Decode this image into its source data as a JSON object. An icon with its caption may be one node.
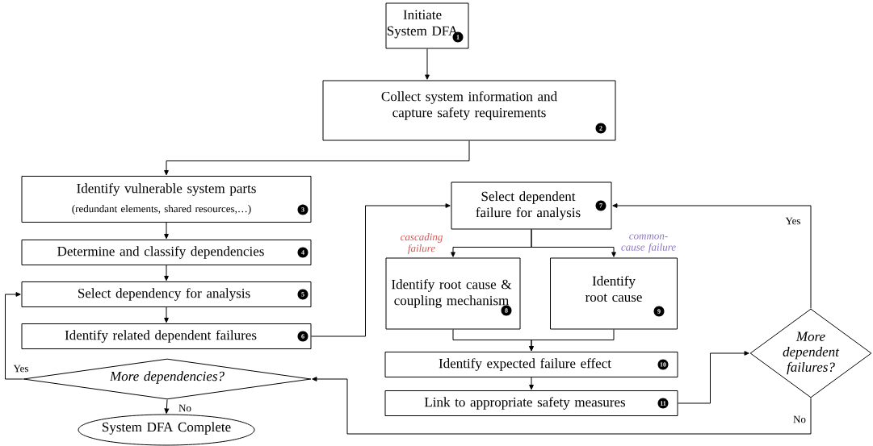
{
  "diagram": {
    "nodes": [
      {
        "text": [
          "Initiate System DFA",
          "1"
        ]
      },
      {
        "text": [
          "Collect system information and capture safety requirements",
          "2"
        ]
      },
      {
        "text": [
          "Identify vulnerable system parts",
          "(redundant elements, shared resources,…)",
          "3"
        ]
      },
      {
        "text": [
          "Determine and classify dependencies",
          "4"
        ]
      },
      {
        "text": [
          "Select dependency for analysis",
          "5"
        ]
      },
      {
        "text": [
          "Identify related dependent failures",
          "6"
        ]
      },
      {
        "text": [
          "More dependencies?"
        ]
      },
      {
        "text": [
          "System DFA Complete"
        ]
      },
      {
        "text": [
          "Select dependent failure for analysis",
          "7"
        ]
      },
      {
        "text": [
          "Identify root cause & coupling mechanism",
          "8"
        ],
        "beside": [
          "cascading failure"
        ]
      },
      {
        "text": [
          "Identify root cause",
          "9"
        ],
        "beside": [
          "common-cause failure"
        ]
      },
      {
        "text": [
          "Identify expected failure effect",
          "10"
        ]
      },
      {
        "text": [
          "Link to appropriate safety measures",
          "11"
        ]
      },
      {
        "text": [
          "More dependent failures?"
        ]
      }
    ],
    "edges": [
      {
        "from": 0,
        "to": 1,
        "arrow": "to"
      },
      {
        "from": 1,
        "to": 2,
        "arrow": "to"
      },
      {
        "from": 2,
        "to": 3,
        "arrow": "to"
      },
      {
        "from": 3,
        "to": 4,
        "arrow": "to"
      },
      {
        "from": 4,
        "to": 5,
        "arrow": "to"
      },
      {
        "from": 5,
        "to": 8,
        "arrow": "to"
      },
      {
        "from": 6,
        "to": 4,
        "arrow": "to",
        "label": "Yes"
      },
      {
        "from": 6,
        "to": 7,
        "arrow": "to",
        "label": "No"
      },
      {
        "from": 8,
        "to": 9,
        "arrow": "to"
      },
      {
        "from": 8,
        "to": 10,
        "arrow": "to"
      },
      {
        "from": 9,
        "to": 11,
        "arrow": "to"
      },
      {
        "from": 10,
        "to": 11,
        "arrow": "to"
      },
      {
        "from": 11,
        "to": 12,
        "arrow": "to"
      },
      {
        "from": 12,
        "to": 13,
        "arrow": "to"
      },
      {
        "from": 13,
        "to": 8,
        "arrow": "to",
        "label": "Yes"
      },
      {
        "from": 13,
        "to": 6,
        "arrow": "to",
        "label": "No"
      }
    ]
  }
}
